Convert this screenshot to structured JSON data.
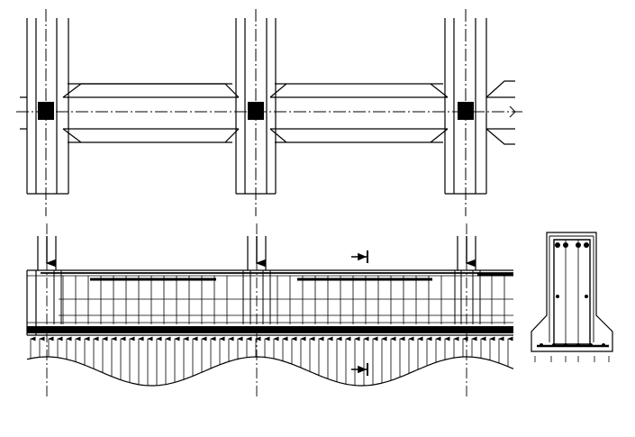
{
  "drawing": {
    "kind": "strip-foundation-beam-drawing",
    "views": [
      "plan",
      "elevation",
      "section"
    ],
    "stroke_color": "#000000",
    "background_color": "#ffffff",
    "column_count": 3,
    "section_mark_text": "",
    "labels": []
  }
}
